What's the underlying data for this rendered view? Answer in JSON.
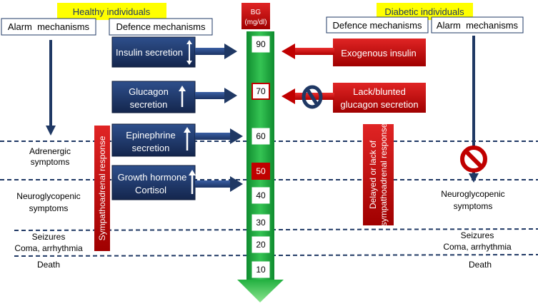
{
  "colors": {
    "navy": "#1f3864",
    "red": "#c00000",
    "green": "#1aa640",
    "green_light": "#6ddb7c",
    "yellow": "#ffff00",
    "dashed_line": "#1f3864"
  },
  "left": {
    "group_title": "Healthy individuals",
    "alarm_header": "Alarm  mechanisms",
    "defence_header": "Defence mechanisms",
    "defence_items": [
      {
        "line1": "Insulin secretion",
        "line2": "",
        "direction": "down-up"
      },
      {
        "line1": "Glucagon",
        "line2": "secretion",
        "direction": "up"
      },
      {
        "line1": "Epinephrine",
        "line2": "secretion",
        "direction": "up"
      },
      {
        "line1": "Growth hormone",
        "line2": "Cortisol",
        "direction": "up"
      }
    ],
    "sympathoadrenal_label": "Sympathoadrenal response",
    "symptoms": [
      {
        "line1": "Adrenergic",
        "line2": "symptoms"
      },
      {
        "line1": "Neuroglycopenic",
        "line2": "symptoms"
      },
      {
        "line1": "Seizures",
        "line2": "Coma, arrhythmia"
      },
      {
        "line1": "Death",
        "line2": ""
      }
    ]
  },
  "center": {
    "bg_line1": "BG",
    "bg_line2": "(mg/dl)",
    "levels": [
      "90",
      "70",
      "60",
      "50",
      "40",
      "30",
      "20",
      "10"
    ],
    "highlighted_levels": [
      "70",
      "50"
    ]
  },
  "right": {
    "group_title": "Diabetic individuals",
    "defence_header": "Defence mechanisms",
    "alarm_header": "Alarm  mechanisms",
    "defence_items": [
      {
        "line1": "Exogenous insulin",
        "line2": ""
      },
      {
        "line1": "Lack/blunted",
        "line2": "glucagon secretion"
      }
    ],
    "sympathoadrenal_line1": "Delayed or lack of",
    "sympathoadrenal_line2": "sympathoadrenal response",
    "symptoms": [
      {
        "line1": "Neuroglycopenic",
        "line2": "symptoms"
      },
      {
        "line1": "Seizures",
        "line2": "Coma, arrhythmia"
      },
      {
        "line1": "Death",
        "line2": ""
      }
    ]
  }
}
